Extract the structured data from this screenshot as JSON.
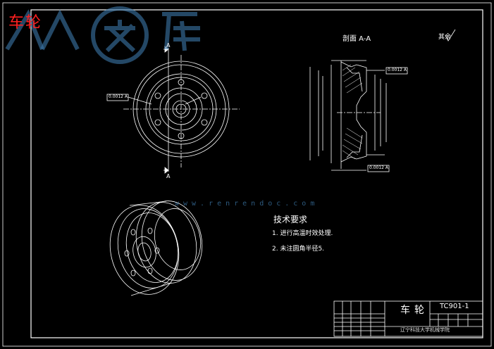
{
  "drawing": {
    "corner_title": "车轮",
    "section_label": "剖面 A-A",
    "other_label": "其余",
    "cut_mark": "A",
    "tolerance_left": "0.0012 A",
    "tolerance_right_top": "0.0012 A",
    "tolerance_right_bottom": "0.0012 A"
  },
  "tech_requirements": {
    "heading": "技术要求",
    "items": [
      "1. 进行高温时效处理.",
      "2. 未注圆角半径5."
    ]
  },
  "title_block": {
    "part_name": "车轮",
    "drawing_code": "TC901-1",
    "organization": "辽宁科技大学机械学院"
  },
  "watermark": {
    "text": "www.renrendoc.com"
  },
  "colors": {
    "background": "#000000",
    "lines": "#ffffff",
    "corner_title": "#ff2020",
    "watermark": "#3c78aa"
  }
}
